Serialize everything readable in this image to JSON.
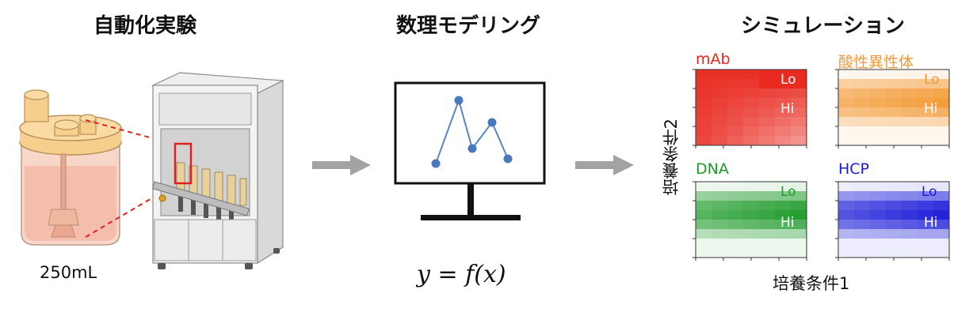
{
  "sections": {
    "experiment_title": "自動化実験",
    "modeling_title": "数理モデリング",
    "simulation_title": "シミュレーション"
  },
  "experiment": {
    "volume_label": "250mL"
  },
  "modeling": {
    "equation": "y = f(x)"
  },
  "simulation": {
    "y_axis_label": "培養条件2",
    "x_axis_label": "培養条件1",
    "panels": [
      {
        "name": "mAb",
        "color": "#e8261c",
        "lo": "Lo",
        "hi": "Hi"
      },
      {
        "name": "酸性異性体",
        "color": "#f39a36",
        "lo": "Lo",
        "hi": "Hi"
      },
      {
        "name": "DNA",
        "color": "#1f9a2b",
        "lo": "Lo",
        "hi": "Hi"
      },
      {
        "name": "HCP",
        "color": "#1b1bd8",
        "lo": "Lo",
        "hi": "Hi"
      }
    ]
  }
}
